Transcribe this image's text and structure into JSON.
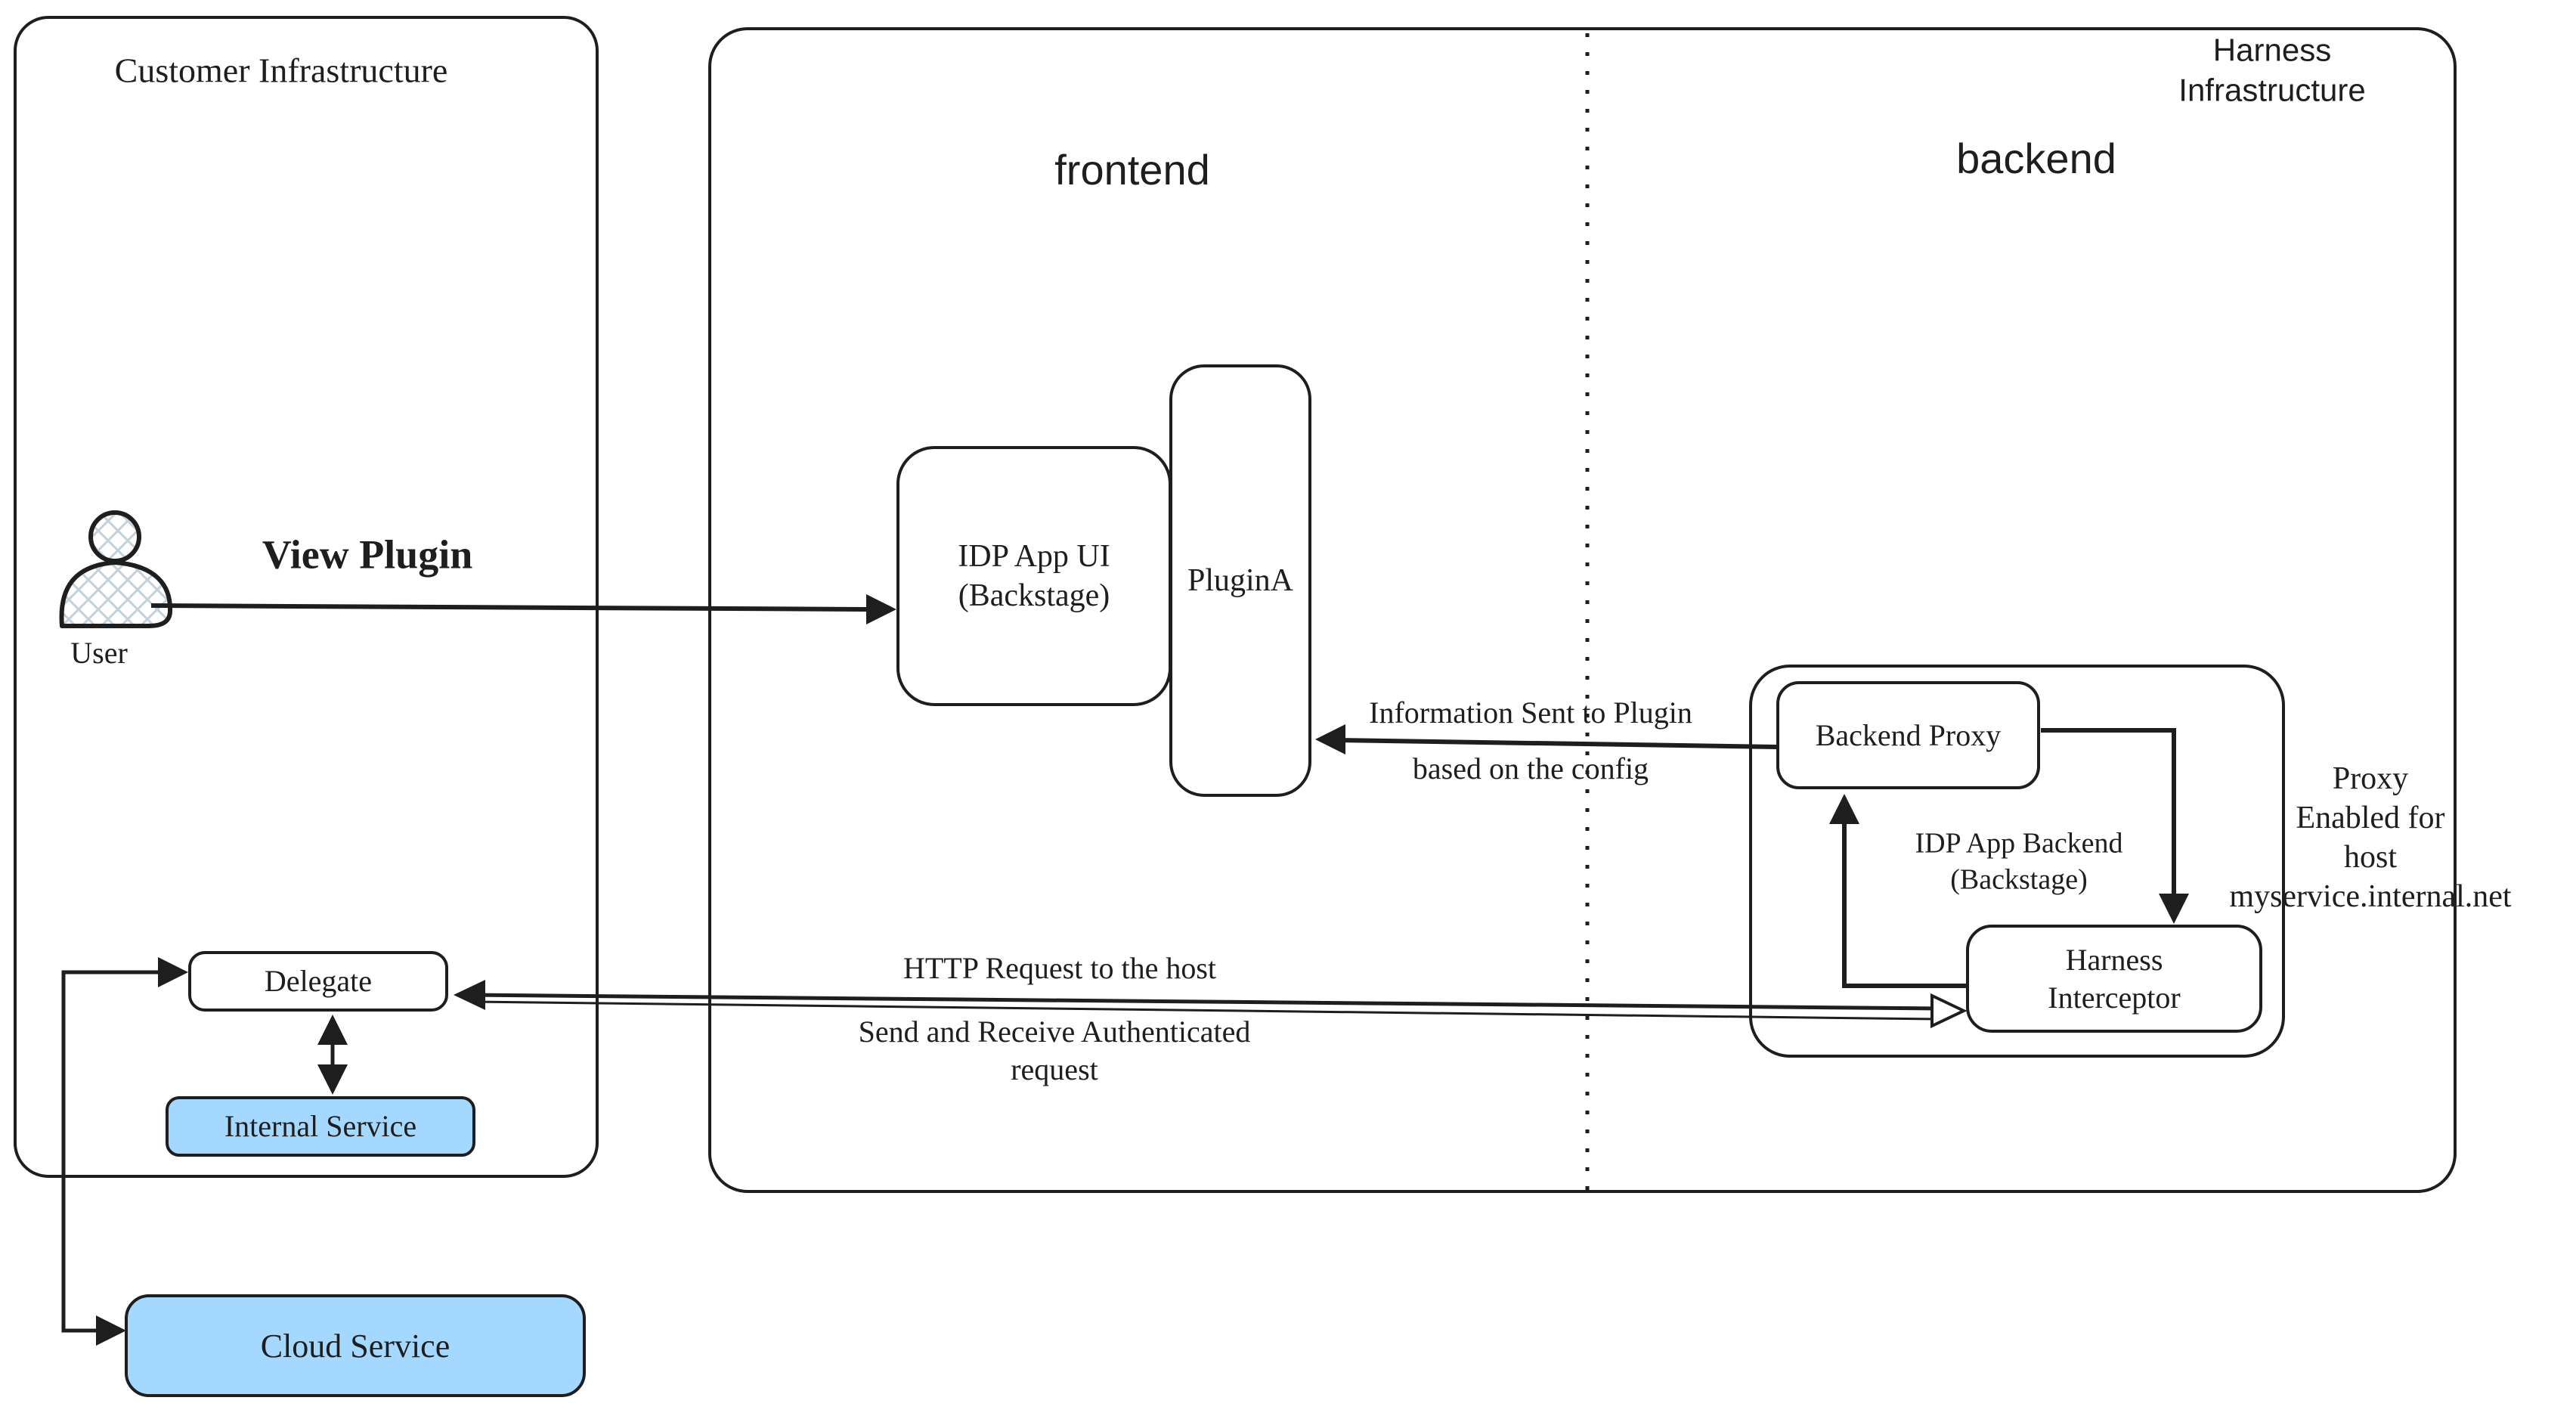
{
  "colors": {
    "stroke": "#1e1e1e",
    "blue_fill": "#a5d8ff",
    "background": "#ffffff"
  },
  "customer": {
    "title": "Customer Infrastructure",
    "user_label": "User",
    "delegate_label": "Delegate",
    "internal_service_label": "Internal Service"
  },
  "harness": {
    "title": "Harness Infrastructure",
    "frontend_label": "frontend",
    "backend_label": "backend"
  },
  "frontend": {
    "idp_app_ui_label": "IDP App UI\n(Backstage)",
    "plugin_a_label": "PluginA"
  },
  "backend": {
    "backend_proxy_label": "Backend Proxy",
    "harness_interceptor_label": "Harness\nInterceptor",
    "idp_app_backend_label": "IDP App Backend\n(Backstage)",
    "proxy_note": "Proxy\nEnabled for\nhost myservice.internal.net"
  },
  "external": {
    "cloud_service_label": "Cloud Service"
  },
  "flows": {
    "view_plugin": "View Plugin",
    "info_to_plugin": "Information Sent to Plugin\nbased on the config",
    "http_request": "HTTP Request to the host",
    "auth_request": "Send and Receive Authenticated\nrequest"
  },
  "icons": {
    "user_icon": "person-figure-crosshatch"
  }
}
